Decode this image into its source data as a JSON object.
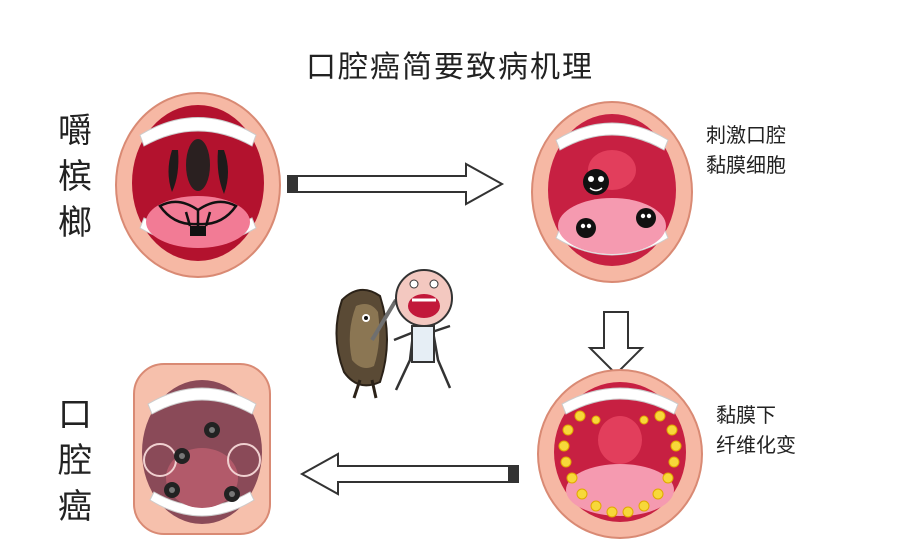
{
  "title": "口腔癌简要致病机理",
  "labels": {
    "betel_nut": [
      "嚼",
      "槟",
      "榔"
    ],
    "irritate": [
      "刺激口腔",
      "黏膜细胞"
    ],
    "fibrosis": [
      "黏膜下",
      "纤维化变"
    ],
    "cancer": [
      "口",
      "腔",
      "癌"
    ]
  },
  "colors": {
    "lip": "#f6b8a4",
    "mouth_dark": "#b3122e",
    "tongue": "#f27b95",
    "tooth": "#ffffff",
    "nodule": "#f7d83a"
  }
}
